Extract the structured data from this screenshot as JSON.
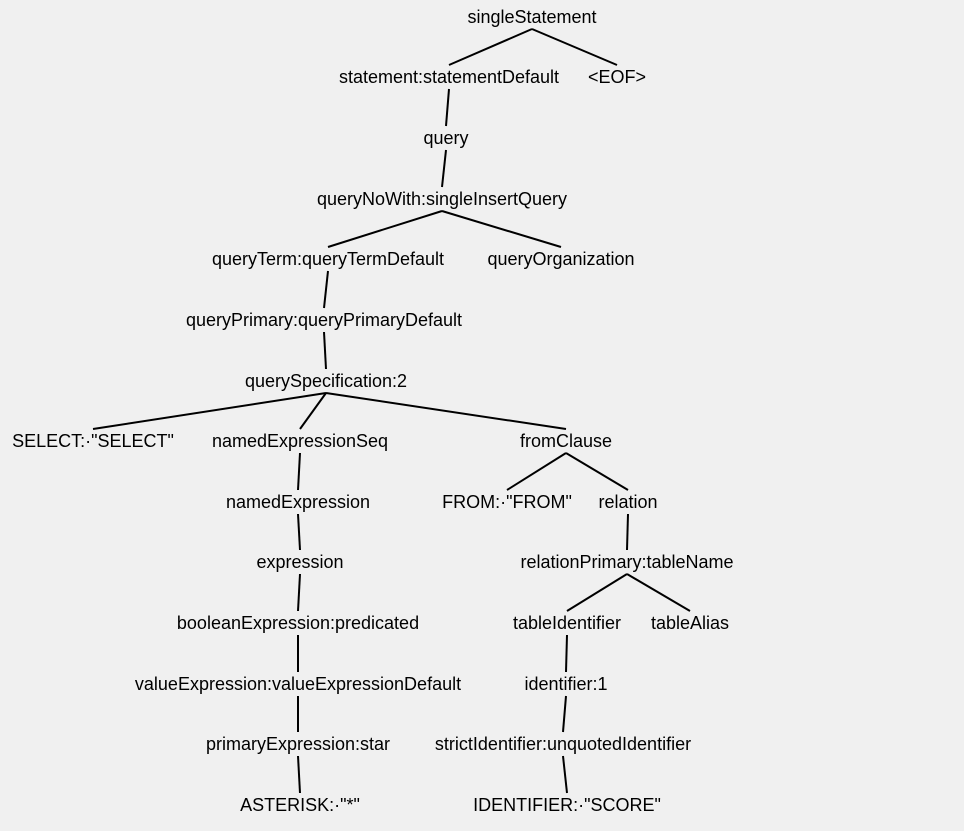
{
  "colors": {
    "background": "#f0f0f0",
    "text": "#000000",
    "edge": "#000000"
  },
  "nodes": [
    {
      "id": "n1",
      "label": "singleStatement"
    },
    {
      "id": "n2",
      "label": "statement:statementDefault"
    },
    {
      "id": "n3",
      "label": "<EOF>"
    },
    {
      "id": "n4",
      "label": "query"
    },
    {
      "id": "n5",
      "label": "queryNoWith:singleInsertQuery"
    },
    {
      "id": "n6",
      "label": "queryTerm:queryTermDefault"
    },
    {
      "id": "n7",
      "label": "queryOrganization"
    },
    {
      "id": "n8",
      "label": "queryPrimary:queryPrimaryDefault"
    },
    {
      "id": "n9",
      "label": "querySpecification:2"
    },
    {
      "id": "n10",
      "label": "SELECT:·\"SELECT\""
    },
    {
      "id": "n11",
      "label": "namedExpressionSeq"
    },
    {
      "id": "n12",
      "label": "fromClause"
    },
    {
      "id": "n13",
      "label": "namedExpression"
    },
    {
      "id": "n14",
      "label": "FROM:·\"FROM\""
    },
    {
      "id": "n15",
      "label": "relation"
    },
    {
      "id": "n16",
      "label": "expression"
    },
    {
      "id": "n17",
      "label": "relationPrimary:tableName"
    },
    {
      "id": "n18",
      "label": "booleanExpression:predicated"
    },
    {
      "id": "n19",
      "label": "tableIdentifier"
    },
    {
      "id": "n20",
      "label": "tableAlias"
    },
    {
      "id": "n21",
      "label": "valueExpression:valueExpressionDefault"
    },
    {
      "id": "n22",
      "label": "identifier:1"
    },
    {
      "id": "n23",
      "label": "primaryExpression:star"
    },
    {
      "id": "n24",
      "label": "strictIdentifier:unquotedIdentifier"
    },
    {
      "id": "n25",
      "label": "ASTERISK:·\"*\""
    },
    {
      "id": "n26",
      "label": "IDENTIFIER:·\"SCORE\""
    }
  ],
  "edges": [
    [
      "n1",
      "n2"
    ],
    [
      "n1",
      "n3"
    ],
    [
      "n2",
      "n4"
    ],
    [
      "n4",
      "n5"
    ],
    [
      "n5",
      "n6"
    ],
    [
      "n5",
      "n7"
    ],
    [
      "n6",
      "n8"
    ],
    [
      "n8",
      "n9"
    ],
    [
      "n9",
      "n10"
    ],
    [
      "n9",
      "n11"
    ],
    [
      "n9",
      "n12"
    ],
    [
      "n11",
      "n13"
    ],
    [
      "n13",
      "n16"
    ],
    [
      "n16",
      "n18"
    ],
    [
      "n18",
      "n21"
    ],
    [
      "n21",
      "n23"
    ],
    [
      "n23",
      "n25"
    ],
    [
      "n12",
      "n14"
    ],
    [
      "n12",
      "n15"
    ],
    [
      "n15",
      "n17"
    ],
    [
      "n17",
      "n19"
    ],
    [
      "n17",
      "n20"
    ],
    [
      "n19",
      "n22"
    ],
    [
      "n22",
      "n24"
    ],
    [
      "n24",
      "n26"
    ]
  ]
}
